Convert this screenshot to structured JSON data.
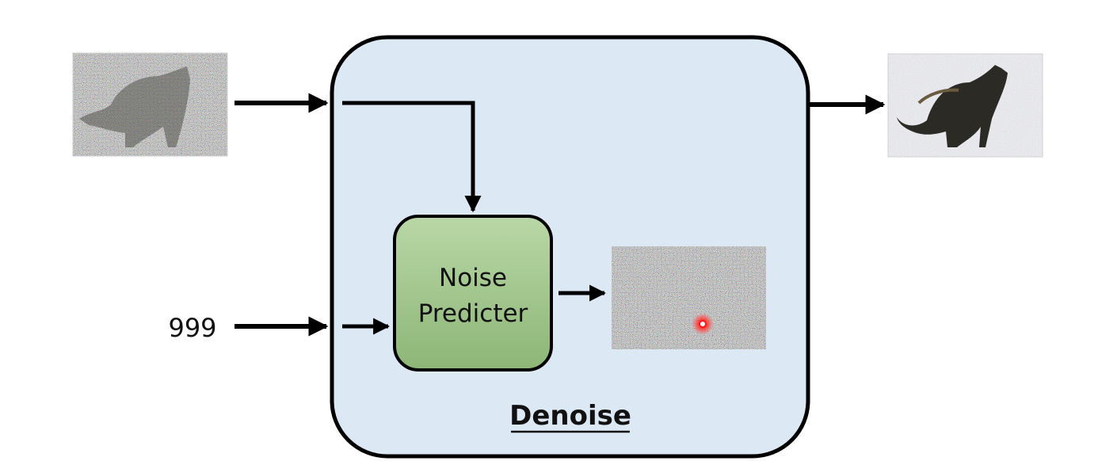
{
  "diagram": {
    "input_timestep": "999",
    "predictor_label_line1": "Noise",
    "predictor_label_line2": "Predicter",
    "block_title": "Denoise"
  },
  "colors": {
    "block_fill": "#dde8f5",
    "block_stroke": "#000000",
    "predictor_fill_top": "#b5d3a2",
    "predictor_fill_bottom": "#8fb879",
    "arrow": "#000000",
    "noise_highlight": "#ff2a2a"
  },
  "icons": {
    "input_image": "noisy-cat-image",
    "output_image": "less-noisy-cat-image",
    "predicted_noise": "noise-image"
  }
}
